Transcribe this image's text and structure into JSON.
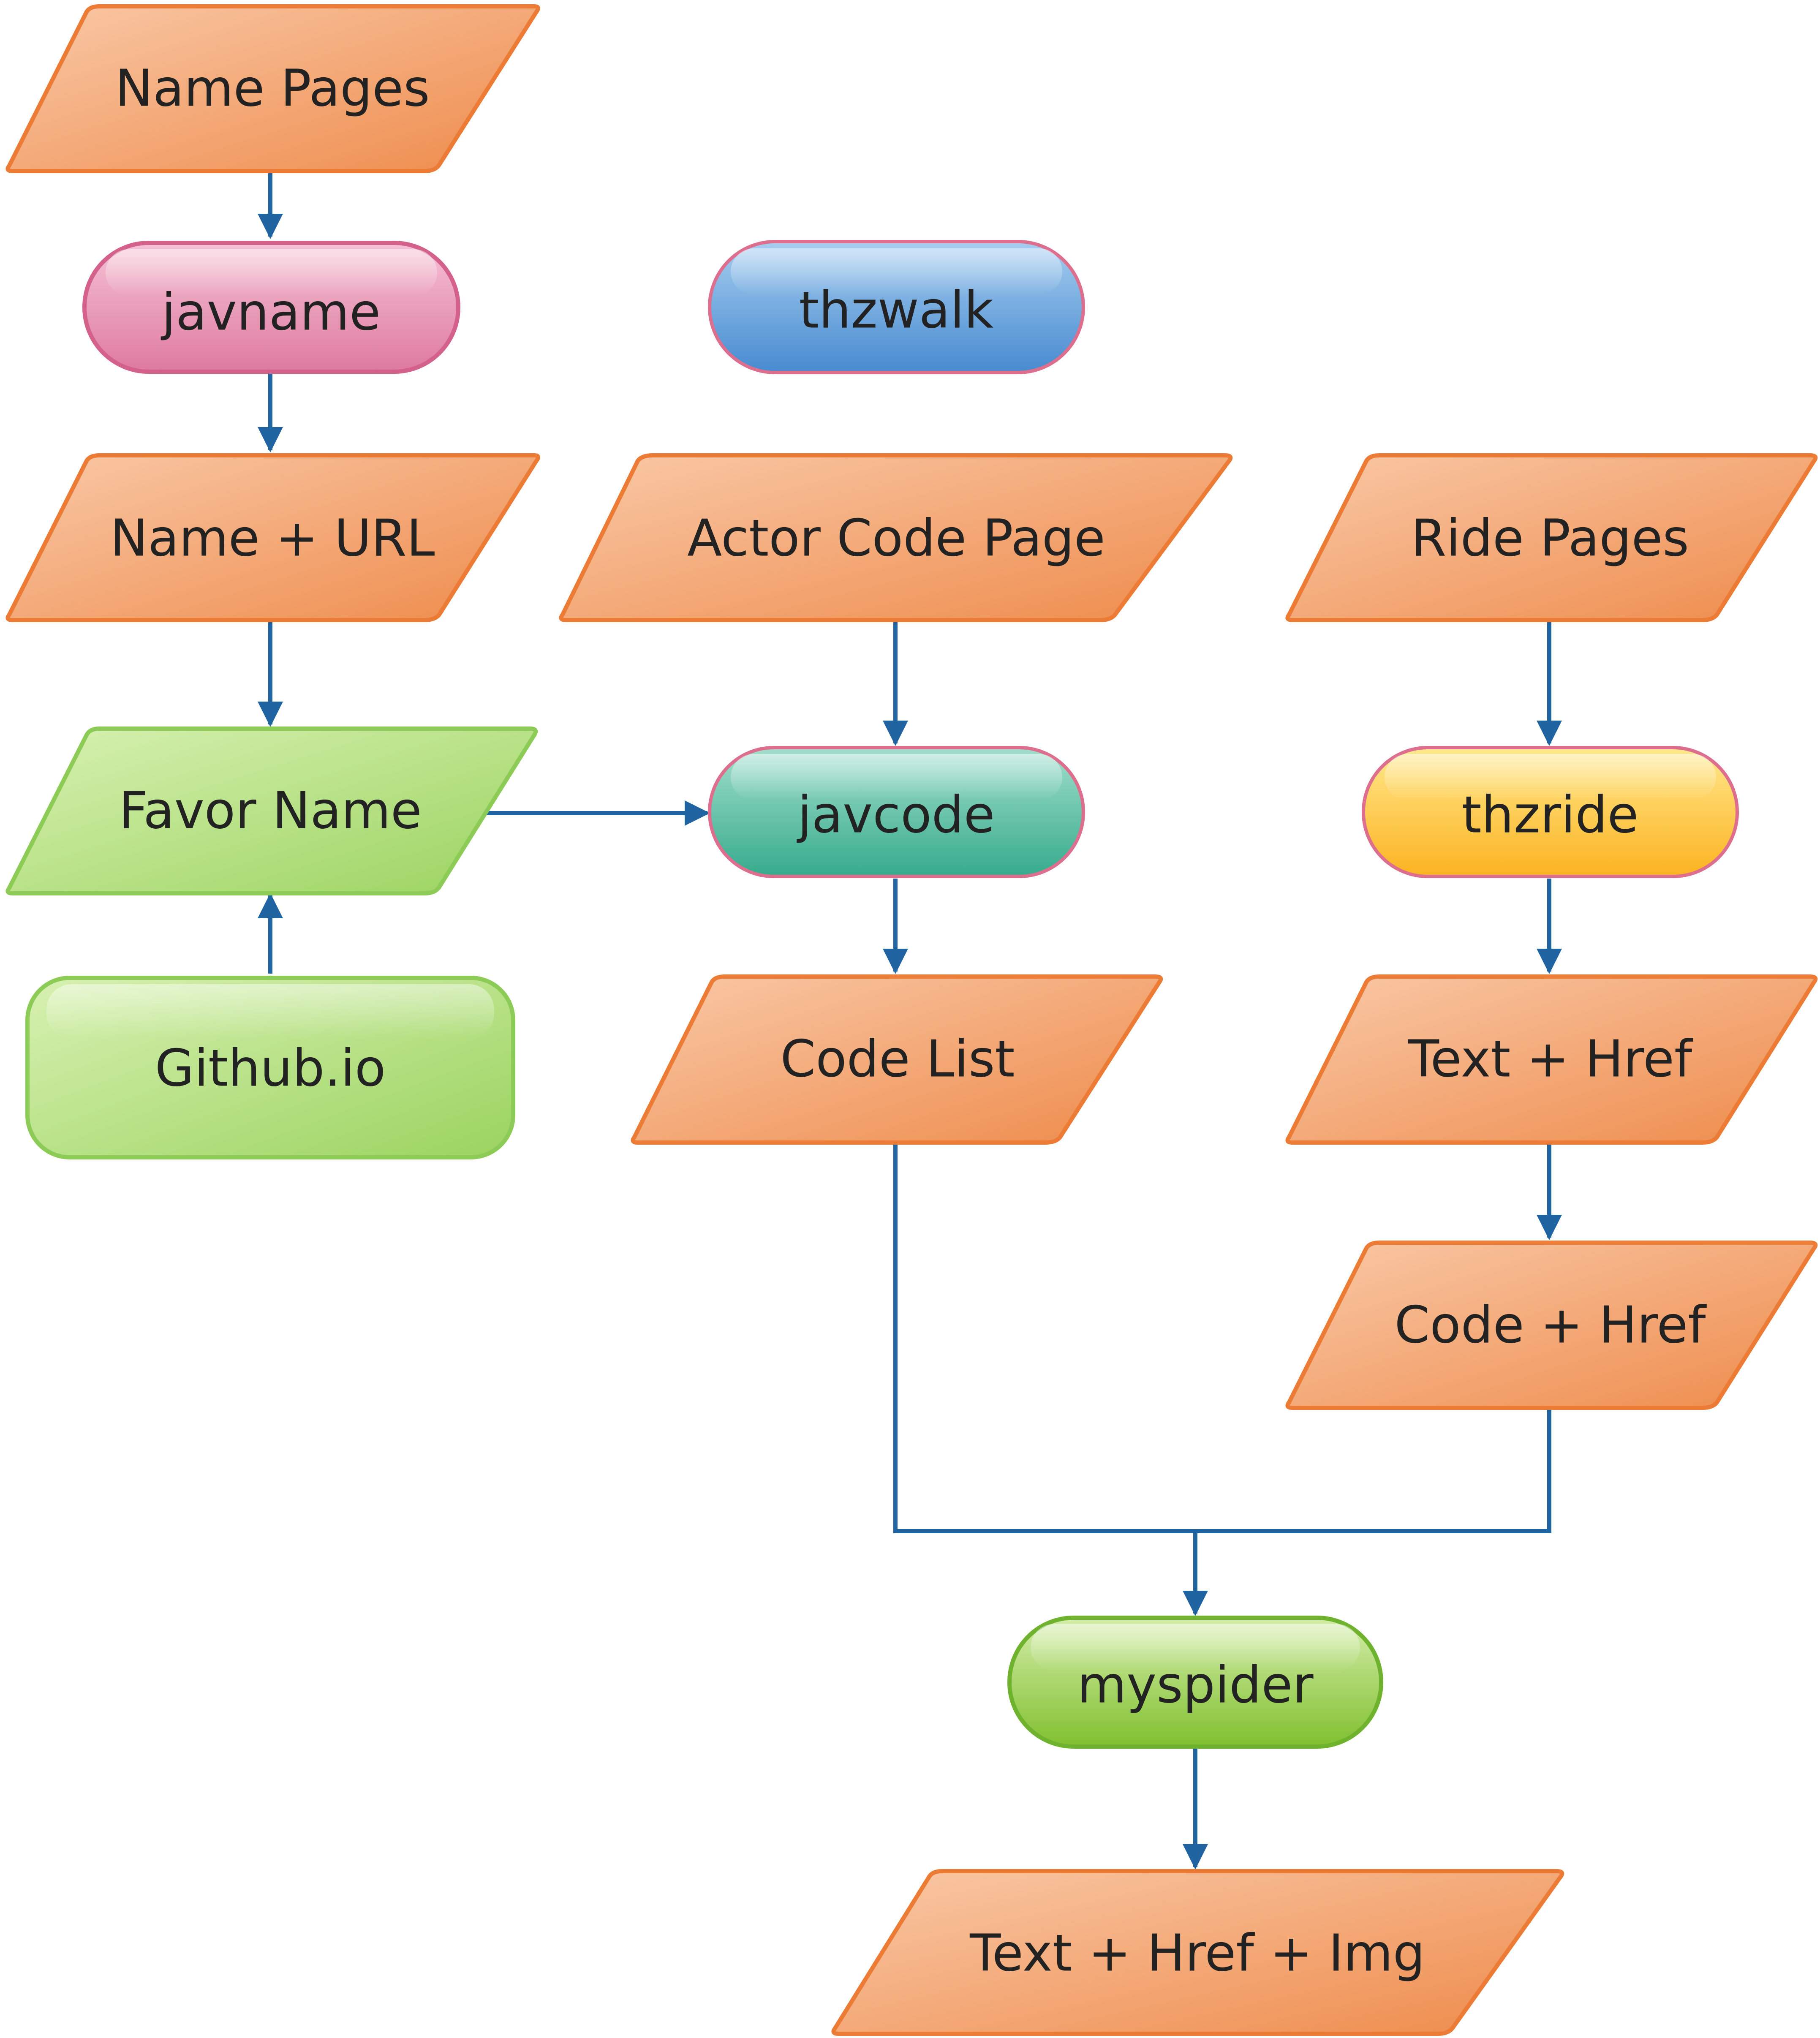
{
  "diagram": {
    "nodes": {
      "name_pages": "Name Pages",
      "javname": "javname",
      "name_url": "Name + URL",
      "favor_name": "Favor Name",
      "github_io": "Github.io",
      "thzwalk": "thzwalk",
      "actor_code_page": "Actor Code Page",
      "javcode": "javcode",
      "code_list": "Code List",
      "ride_pages": "Ride Pages",
      "thzride": "thzride",
      "text_href": "Text + Href",
      "code_href": "Code + Href",
      "myspider": "myspider",
      "text_href_img": "Text + Href + Img"
    },
    "colors": {
      "data_fill_light": "#F8BE9A",
      "data_fill_dark": "#EE8D4E",
      "data_stroke": "#EC7B36",
      "green_fill_light": "#D3EFA8",
      "green_fill_dark": "#9BD461",
      "green_stroke": "#8CCB55",
      "pink_fill_light": "#F2B6CC",
      "pink_fill_dark": "#E07FA2",
      "pink_stroke": "#D36189",
      "blue_fill_light": "#9DC6EC",
      "blue_fill_dark": "#4A8ED2",
      "blue_stroke": "#DD6E8E",
      "teal_fill_light": "#9DDCC8",
      "teal_fill_dark": "#3AAE90",
      "teal_stroke": "#DD6E8E",
      "yellow_fill_light": "#FFE27A",
      "yellow_fill_dark": "#FBB624",
      "yellow_stroke": "#DD6E8E",
      "spider_fill_light": "#CDEB9E",
      "spider_fill_dark": "#86C435",
      "spider_stroke": "#6FB22E",
      "connector": "#1F64A0"
    }
  }
}
